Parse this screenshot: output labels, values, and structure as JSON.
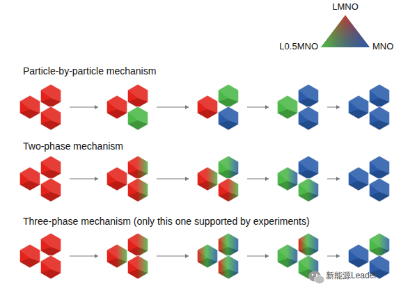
{
  "diagram": {
    "labels": [
      "Particle-by-particle mechanism",
      "Two-phase mechanism",
      "Three-phase mechanism (only this one supported by experiments)",
      "新能源Leader"
    ],
    "legend": [
      {
        "text": "LMNO",
        "color": "#e3231b"
      },
      {
        "text": "L0.5MNO",
        "color": "#4cb848"
      },
      {
        "text": "MNO",
        "color": "#2a5caa"
      }
    ]
  }
}
